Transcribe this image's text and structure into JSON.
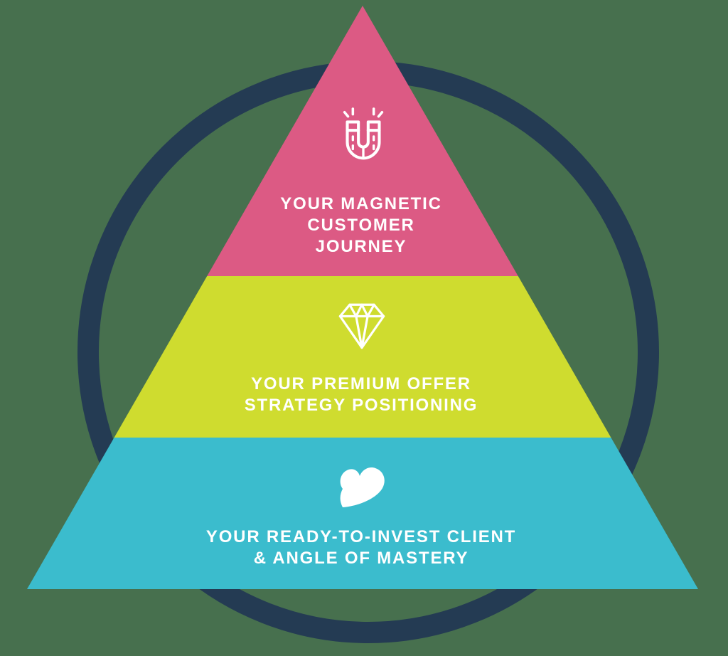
{
  "background_color": "#47704E",
  "ring_color": "#243B53",
  "text_color": "#FFFFFF",
  "icon_color": "#FFFFFF",
  "diagram": {
    "type": "pyramid",
    "tiers": [
      {
        "position": "top",
        "color": "#DC5A84",
        "icon": "magnet-icon",
        "lines": [
          "YOUR MAGNETIC",
          "CUSTOMER",
          "JOURNEY"
        ]
      },
      {
        "position": "middle",
        "color": "#CFDC2F",
        "icon": "diamond-icon",
        "lines": [
          "YOUR PREMIUM OFFER",
          "STRATEGY POSITIONING"
        ]
      },
      {
        "position": "bottom",
        "color": "#3BBCCD",
        "icon": "heart-icon",
        "lines": [
          "YOUR READY-TO-INVEST CLIENT",
          "& ANGLE OF MASTERY"
        ]
      }
    ]
  }
}
